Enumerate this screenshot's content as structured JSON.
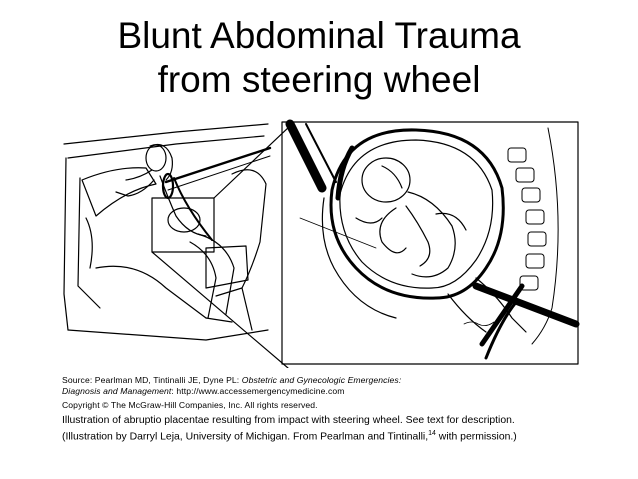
{
  "slide": {
    "title_line1": "Blunt Abdominal Trauma",
    "title_line2": "from steering wheel"
  },
  "caption": {
    "source_prefix": "Source: Pearlman MD, Tintinalli JE, Dyne PL: ",
    "source_italic": "Obstetric and Gynecologic Emergencies:",
    "source_italic2": "Diagnosis and Management",
    "source_url": ": http://www.accessemergencymedicine.com",
    "copyright": "Copyright © The McGraw-Hill Companies, Inc. All rights reserved.",
    "desc_line1": "Illustration of abruptio placentae resulting from impact with steering wheel. See text for description.",
    "desc_line2_a": "(Illustration by Darryl Leja, University of Michigan. From Pearlman and Tintinalli,",
    "desc_sup": "14",
    "desc_line2_b": " with permission.)"
  },
  "colors": {
    "ink": "#000000",
    "background": "#ffffff"
  }
}
